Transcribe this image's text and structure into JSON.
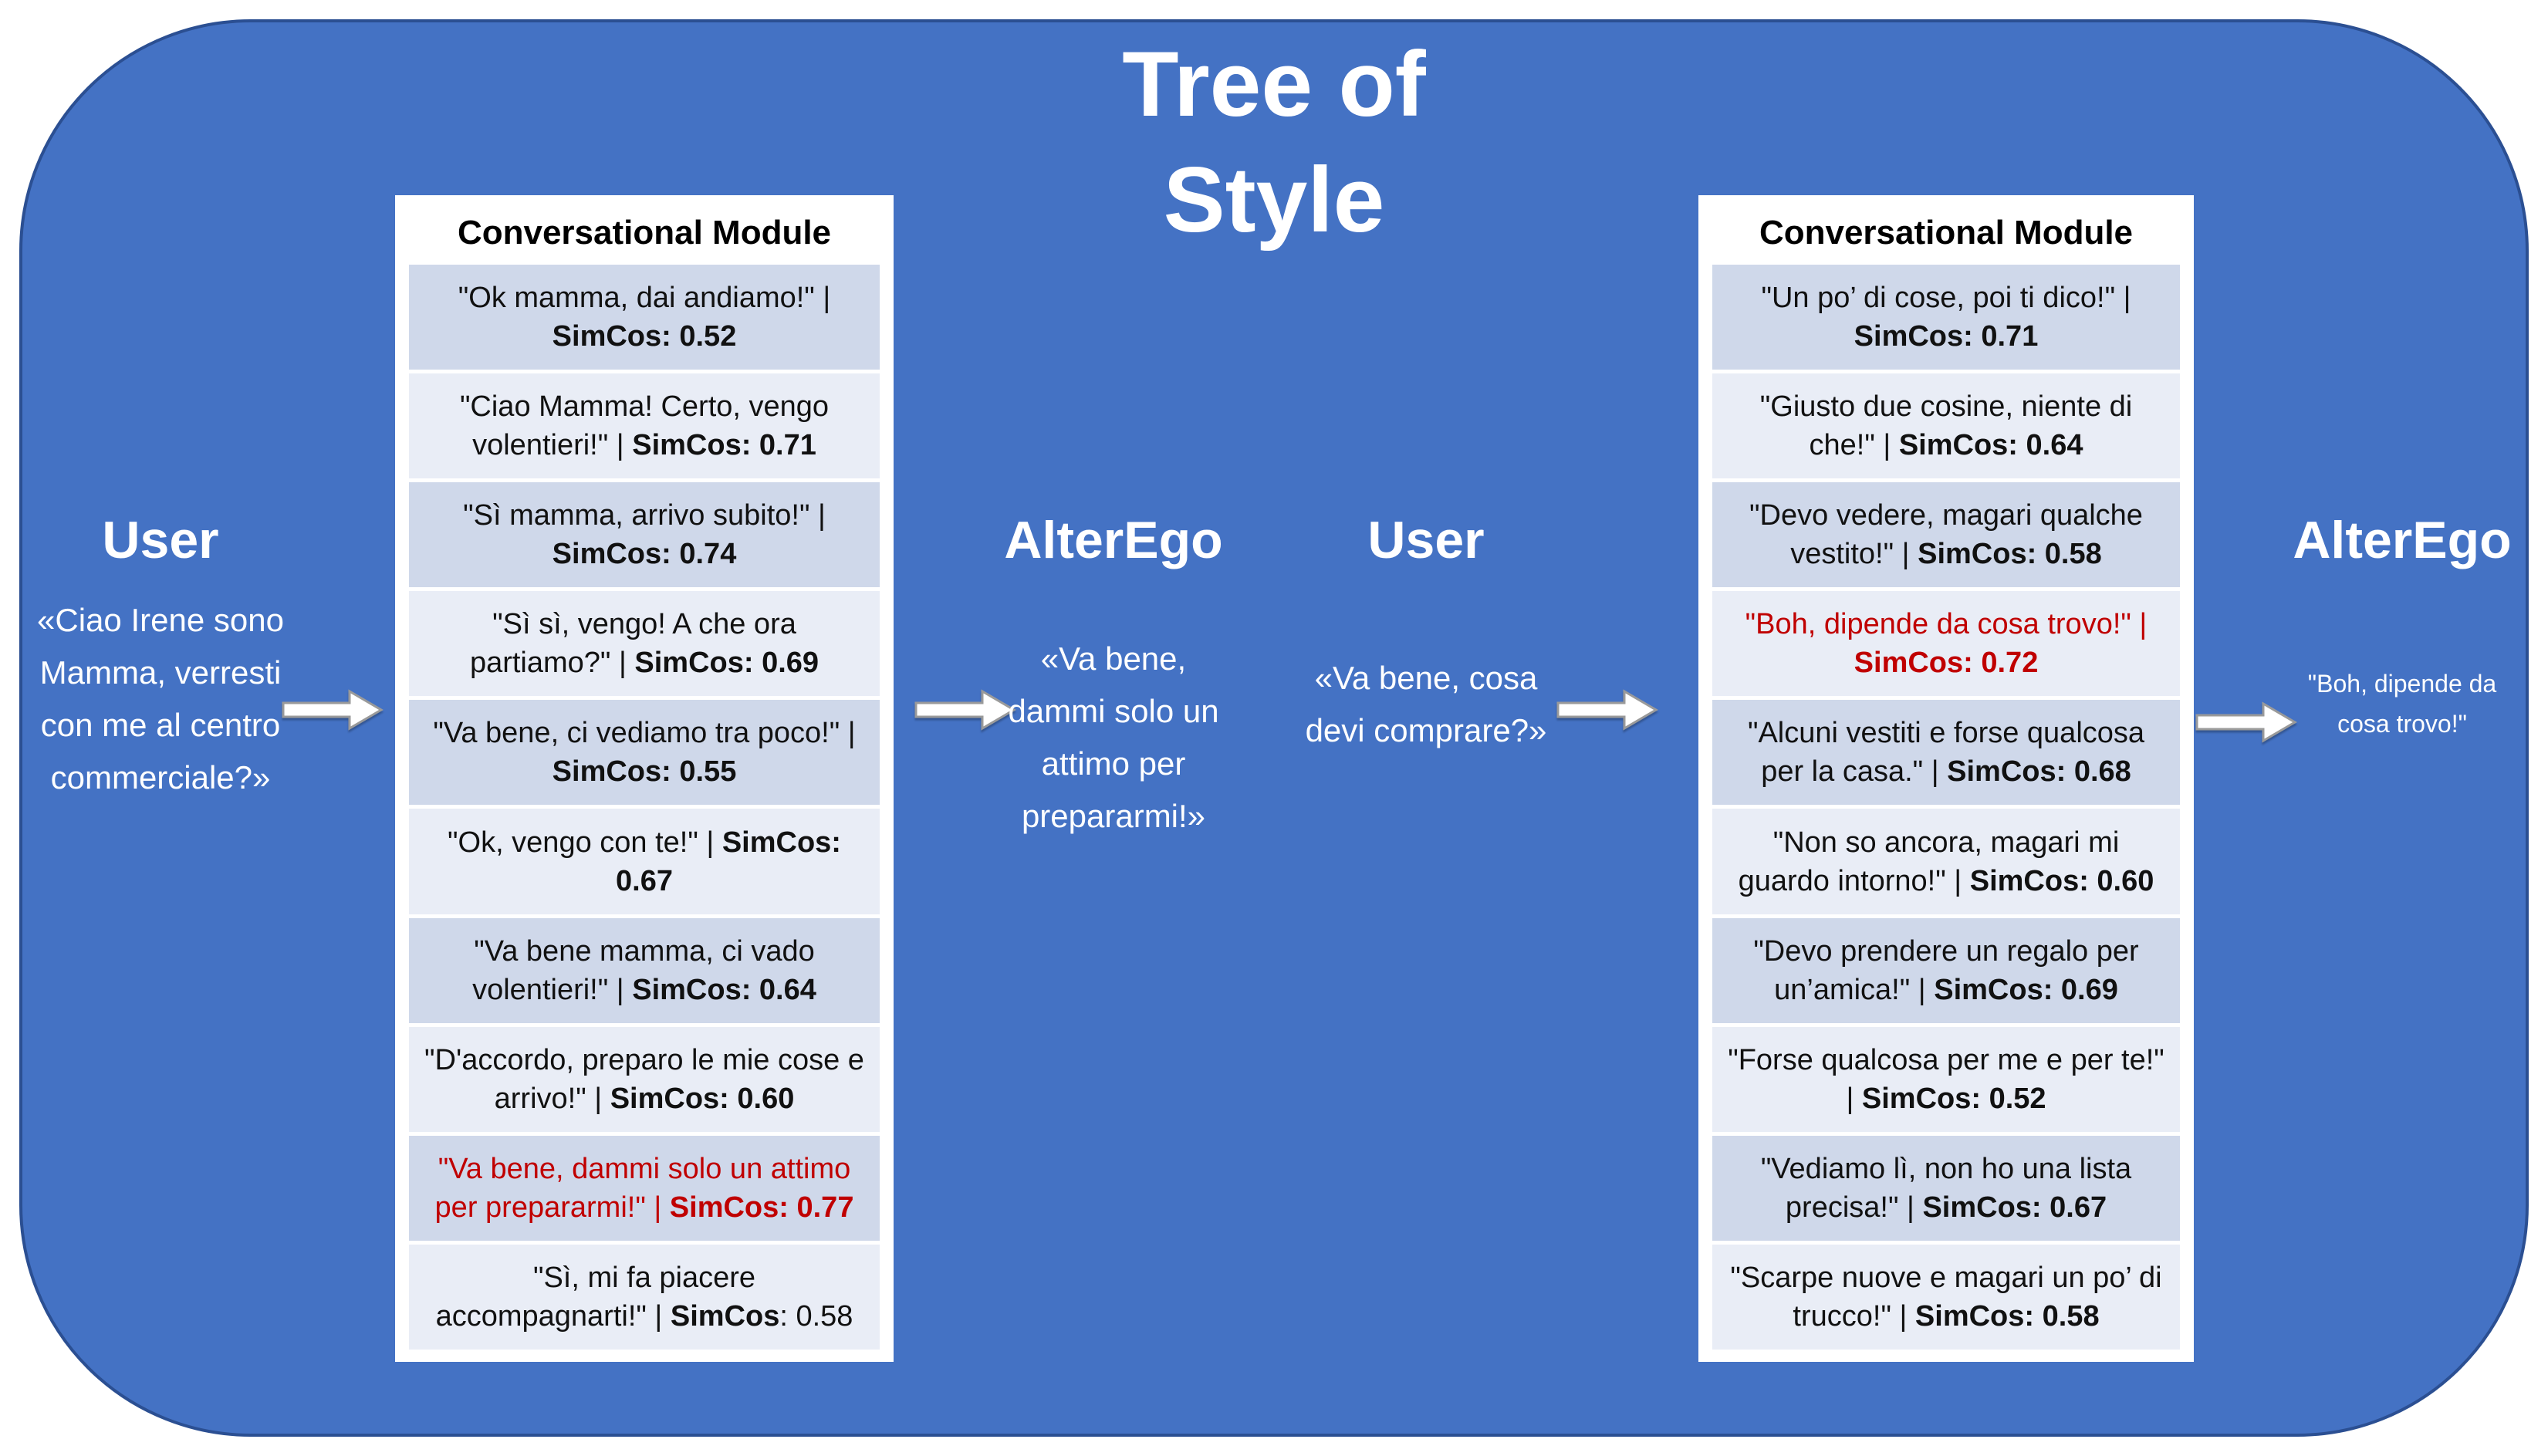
{
  "title": "Tree of Style",
  "colors": {
    "slide_background": "#4472C4",
    "slide_border": "#2B4F92",
    "row_dark": "#CFD8EA",
    "row_light": "#E9EDF6",
    "highlight_red": "#C00000",
    "text_white": "#FFFFFF",
    "text_black": "#111111"
  },
  "actors": [
    {
      "id": "user-1",
      "label": "User",
      "quote": "«Ciao Irene sono Mamma, verresti con me al centro commerciale?»"
    },
    {
      "id": "alterego-1",
      "label": "AlterEgo",
      "quote": "«Va bene, dammi solo un attimo per prepararmi!»"
    },
    {
      "id": "user-2",
      "label": "User",
      "quote": "«Va bene, cosa devi comprare?»"
    },
    {
      "id": "alterego-2",
      "label": "AlterEgo",
      "quote": "\"Boh, dipende da cosa trovo!\""
    }
  ],
  "panels": [
    {
      "title": "Conversational Module",
      "items": [
        {
          "quote": "\"Ok mamma, dai andiamo!\"",
          "sim_label": "SimCos:",
          "sim_value": "0.52",
          "highlight": false,
          "value_bold": true
        },
        {
          "quote": "\"Ciao Mamma! Certo, vengo volentieri!\"",
          "sim_label": "SimCos:",
          "sim_value": "0.71",
          "highlight": false,
          "value_bold": true
        },
        {
          "quote": "\"Sì mamma, arrivo subito!\"",
          "sim_label": "SimCos:",
          "sim_value": "0.74",
          "highlight": false,
          "value_bold": true
        },
        {
          "quote": "\"Sì sì, vengo! A che ora partiamo?\"",
          "sim_label": "SimCos:",
          "sim_value": "0.69",
          "highlight": false,
          "value_bold": true
        },
        {
          "quote": "\"Va bene, ci vediamo tra poco!\"",
          "sim_label": "SimCos:",
          "sim_value": "0.55",
          "highlight": false,
          "value_bold": true
        },
        {
          "quote": "\"Ok, vengo con te!\"",
          "sim_label": "SimCos:",
          "sim_value": "0.67",
          "highlight": false,
          "value_bold": true
        },
        {
          "quote": "\"Va bene mamma, ci vado volentieri!\"",
          "sim_label": "SimCos:",
          "sim_value": "0.64",
          "highlight": false,
          "value_bold": true
        },
        {
          "quote": "\"D'accordo, preparo le mie cose e arrivo!\"",
          "sim_label": "SimCos:",
          "sim_value": "0.60",
          "highlight": false,
          "value_bold": true
        },
        {
          "quote": "\"Va bene, dammi solo un attimo per prepararmi!\"",
          "sim_label": "SimCos:",
          "sim_value": "0.77",
          "highlight": true,
          "value_bold": true
        },
        {
          "quote": "\"Sì, mi fa piacere accompagnarti!\"",
          "sim_label": "SimCos",
          "sim_value": "0.58",
          "highlight": false,
          "value_bold": false
        }
      ]
    },
    {
      "title": "Conversational Module",
      "items": [
        {
          "quote": "\"Un po’ di cose, poi ti dico!\"",
          "sim_label": "SimCos:",
          "sim_value": "0.71",
          "highlight": false,
          "value_bold": true
        },
        {
          "quote": "\"Giusto due cosine, niente di che!\"",
          "sim_label": "SimCos:",
          "sim_value": "0.64",
          "highlight": false,
          "value_bold": true
        },
        {
          "quote": "\"Devo vedere, magari qualche vestito!\"",
          "sim_label": "SimCos:",
          "sim_value": "0.58",
          "highlight": false,
          "value_bold": true
        },
        {
          "quote": "\"Boh, dipende da cosa trovo!\"",
          "sim_label": "SimCos:",
          "sim_value": "0.72",
          "highlight": true,
          "value_bold": true
        },
        {
          "quote": "\"Alcuni vestiti e forse qualcosa per la casa.\"",
          "sim_label": "SimCos:",
          "sim_value": "0.68",
          "highlight": false,
          "value_bold": true
        },
        {
          "quote": "\"Non so ancora, magari mi guardo intorno!\"",
          "sim_label": "SimCos:",
          "sim_value": "0.60",
          "highlight": false,
          "value_bold": true
        },
        {
          "quote": "\"Devo prendere un regalo per un’amica!\"",
          "sim_label": "SimCos:",
          "sim_value": "0.69",
          "highlight": false,
          "value_bold": true
        },
        {
          "quote": "\"Forse qualcosa per me e per te!\"",
          "sim_label": "SimCos:",
          "sim_value": "0.52",
          "highlight": false,
          "value_bold": true
        },
        {
          "quote": "\"Vediamo lì, non ho una lista precisa!\"",
          "sim_label": "SimCos:",
          "sim_value": "0.67",
          "highlight": false,
          "value_bold": true
        },
        {
          "quote": "\"Scarpe nuove e magari un po’ di trucco!\"",
          "sim_label": "SimCos:",
          "sim_value": "0.58",
          "highlight": false,
          "value_bold": true
        }
      ]
    }
  ]
}
